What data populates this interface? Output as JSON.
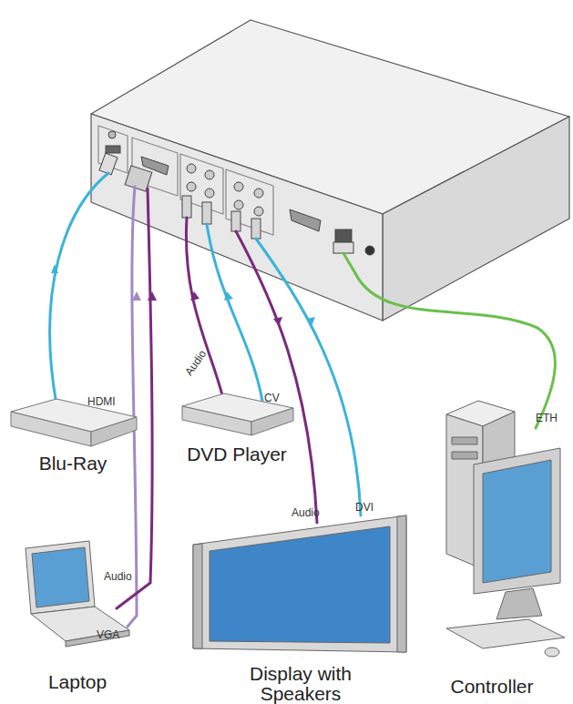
{
  "diagram": {
    "nodes": [
      {
        "text": [
          "Blu-Ray"
        ]
      },
      {
        "text": [
          "DVD Player"
        ]
      },
      {
        "text": [
          "Laptop"
        ]
      },
      {
        "text": [
          "Display with Speakers"
        ]
      },
      {
        "text": [
          "Controller"
        ]
      }
    ],
    "labels": [
      "HDMI",
      "Audio",
      "CV",
      "ETH",
      "Audio",
      "DVI",
      "Audio",
      "VGA"
    ]
  }
}
